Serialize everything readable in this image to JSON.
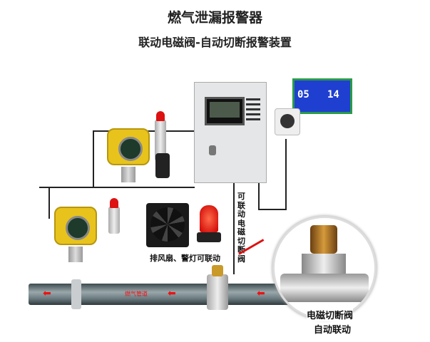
{
  "title": "燃气泄漏报警器",
  "subtitle": "联动电磁阀-自动切断报警装置",
  "lcd": {
    "left_value": "05",
    "right_value": "14"
  },
  "fan_label": "排风扇、警灯可联动",
  "valve_link_label": "可联动电磁切断阀",
  "pipe_label": "燃气管道",
  "valve_caption": [
    "电磁切断阀",
    "自动联动"
  ],
  "colors": {
    "pipe": "#6b7b80",
    "detector": "#e8c31c",
    "lcd": "#1f3fd0",
    "alarm_red": "#d11111"
  }
}
